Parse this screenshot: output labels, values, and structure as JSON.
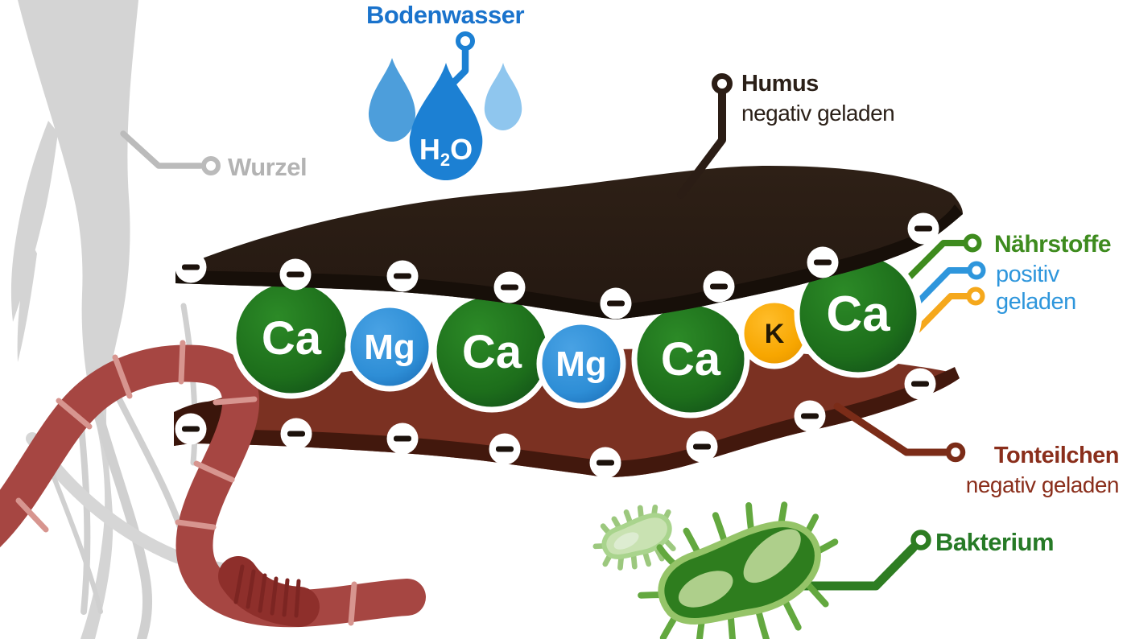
{
  "diagram": {
    "water": {
      "title": "Bodenwasser",
      "formula": {
        "element1": "H",
        "subscript": "2",
        "element2": "O"
      },
      "colors": {
        "title": "#1a73cc",
        "drop_main": "#1c80d3",
        "drop_left": "#4d9edb",
        "drop_right": "#8fc6ee"
      }
    },
    "root": {
      "label": "Wurzel",
      "colors": {
        "label": "#b3b3b3",
        "silhouette": "#d4d4d4"
      }
    },
    "humus": {
      "label": "Humus",
      "charge_label": "negativ geladen",
      "colors": {
        "label": "#2b2018",
        "body": "#271b12",
        "edge": "#170f09"
      }
    },
    "clay": {
      "label": "Tonteilchen",
      "charge_label": "negativ geladen",
      "colors": {
        "label": "#8a2e1b",
        "body": "#7b3122",
        "edge": "#42180d"
      }
    },
    "nutrients": {
      "label": "Nährstoffe",
      "charge_line1": "positiv",
      "charge_line2": "geladen",
      "colors": {
        "label": "#3e8b1e",
        "charge_text": "#2e96dc",
        "line_green": "#3e8b1e",
        "line_blue": "#2e96dc",
        "line_orange": "#f5a81c"
      }
    },
    "bacterium": {
      "label": "Bakterium",
      "colors": {
        "label": "#267a26",
        "body": "#2e7d1e"
      }
    },
    "worm": {
      "colors": {
        "body": "#a64642",
        "stripes": "#d7958f",
        "clitellum": "#8e2f2b"
      }
    },
    "ions": [
      {
        "label": "Ca",
        "color": "#1d6e1b"
      },
      {
        "label": "Mg",
        "color": "#2e8ed6"
      },
      {
        "label": "Ca",
        "color": "#1d6e1b"
      },
      {
        "label": "Mg",
        "color": "#2e8ed6"
      },
      {
        "label": "Ca",
        "color": "#1d6e1b"
      },
      {
        "label": "K",
        "color": "#f7a600"
      },
      {
        "label": "Ca",
        "color": "#1d6e1b"
      }
    ]
  }
}
